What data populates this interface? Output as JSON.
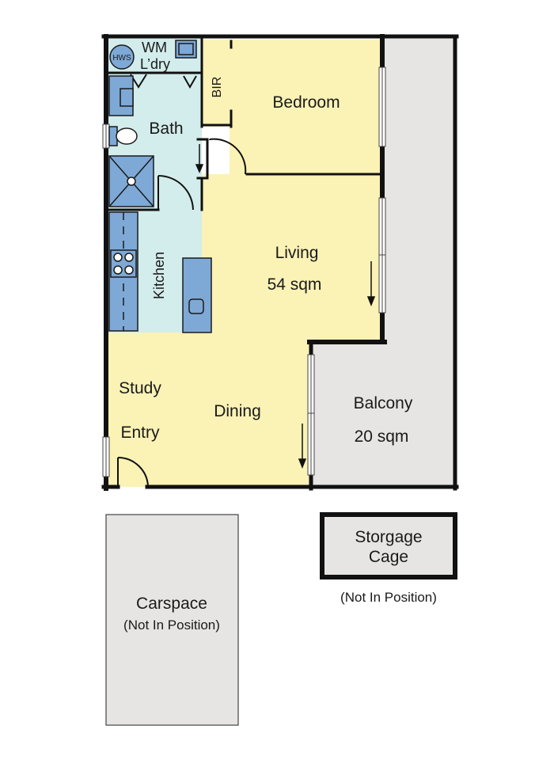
{
  "rooms": {
    "bedroom": "Bedroom",
    "bir": "BIR",
    "bath": "Bath",
    "wm": "WM",
    "ldry": "L’dry",
    "hws": "HWS",
    "kitchen": "Kitchen",
    "living": "Living",
    "living_area": "54 sqm",
    "dining": "Dining",
    "study": "Study",
    "entry": "Entry",
    "balcony": "Balcony",
    "balcony_area": "20 sqm"
  },
  "outbuildings": {
    "carspace": "Carspace",
    "carspace_note": "(Not In Position)",
    "storage_line1": "Storgage",
    "storage_line2": "Cage",
    "storage_note": "(Not In Position)"
  },
  "colors": {
    "living_fill": "#fbf2b6",
    "wet_fill": "#d3ecec",
    "fixture_fill": "#7ea9d6",
    "balcony_fill": "#e6e5e3",
    "wall": "#111111"
  }
}
